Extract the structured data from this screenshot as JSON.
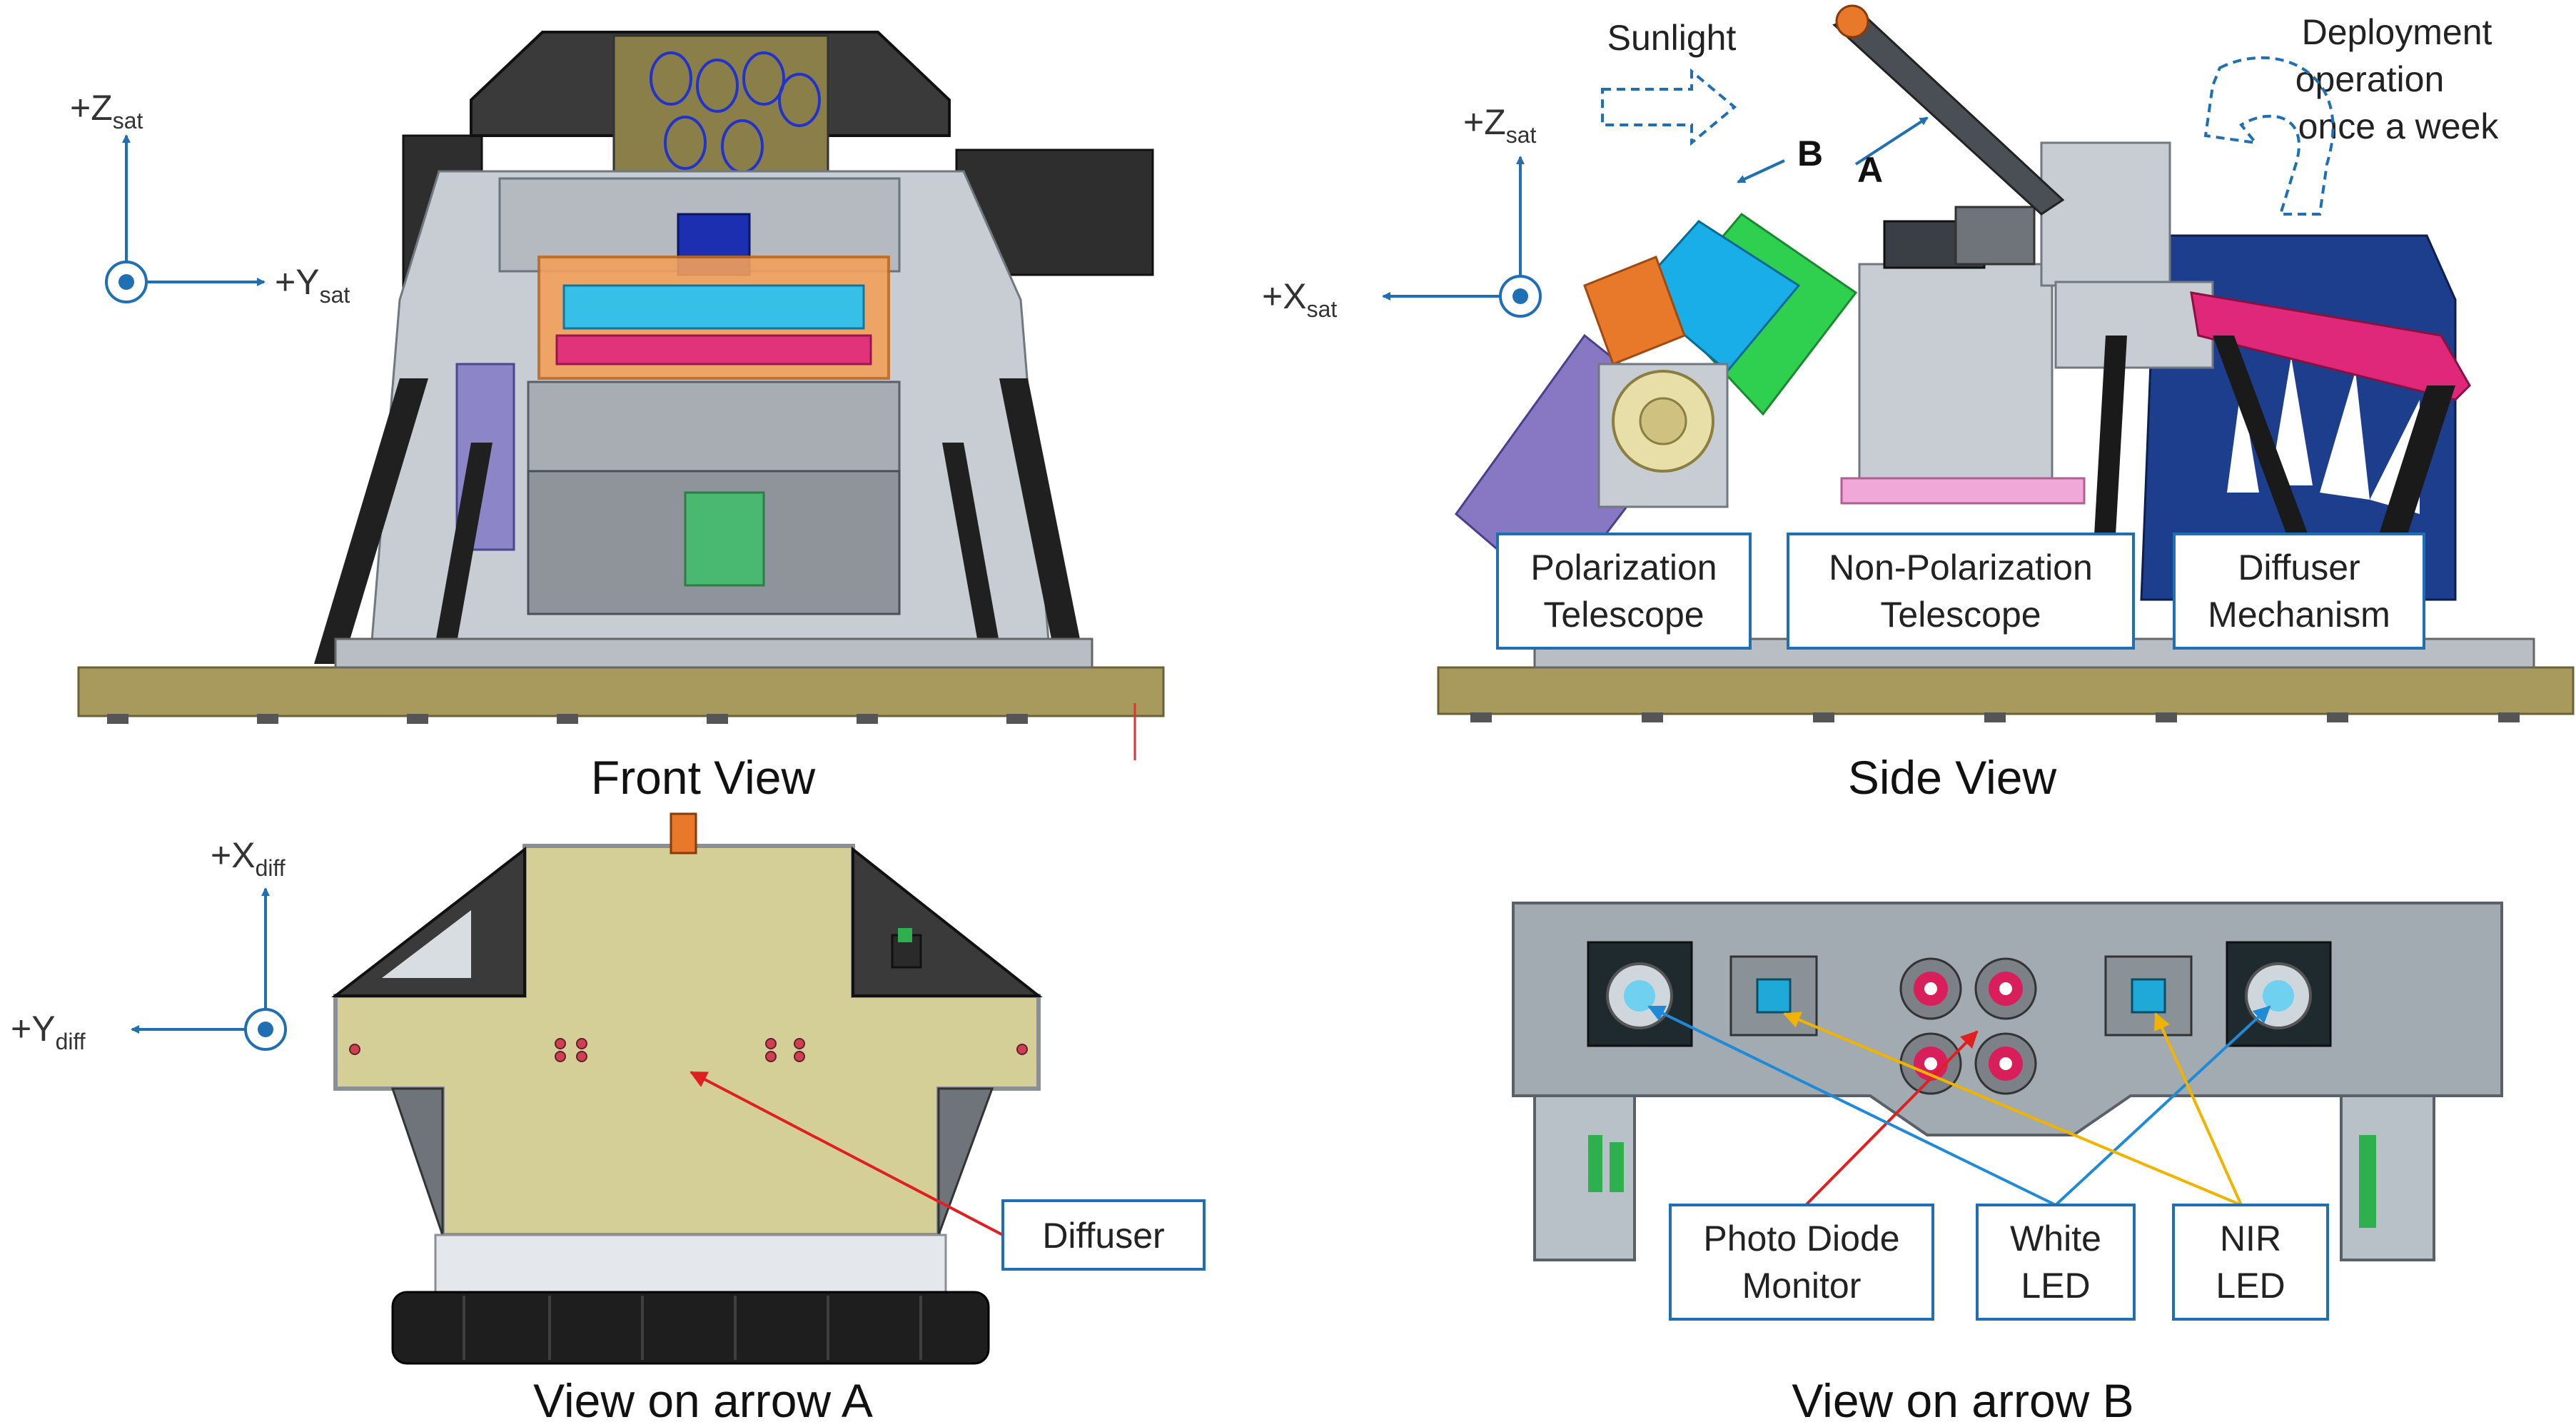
{
  "captions": {
    "front": "Front View",
    "side": "Side View",
    "arrow_a": "View on arrow A",
    "arrow_b": "View on arrow B"
  },
  "axes": {
    "front_z": {
      "main": "+Z",
      "sub": "sat"
    },
    "front_y": {
      "main": "+Y",
      "sub": "sat"
    },
    "side_z": {
      "main": "+Z",
      "sub": "sat"
    },
    "side_x": {
      "main": "+X",
      "sub": "sat"
    },
    "diff_x": {
      "main": "+X",
      "sub": "diff"
    },
    "diff_y": {
      "main": "+Y",
      "sub": "diff"
    }
  },
  "side_annotations": {
    "sunlight": "Sunlight",
    "deployment": [
      "Deployment",
      "operation",
      "once a week"
    ],
    "arrow_a": "A",
    "arrow_b": "B"
  },
  "side_labels": {
    "polarization": [
      "Polarization",
      "Telescope"
    ],
    "non_polarization": [
      "Non-Polarization",
      "Telescope"
    ],
    "diffuser_mechanism": [
      "Diffuser",
      "Mechanism"
    ]
  },
  "view_a_labels": {
    "diffuser": "Diffuser"
  },
  "view_b_labels": {
    "photo_diode": [
      "Photo Diode",
      "Monitor"
    ],
    "white_led": [
      "White",
      "LED"
    ],
    "nir_led": [
      "NIR",
      "LED"
    ]
  },
  "colors": {
    "label_border": "#1f6fb5",
    "leader_red": "#e02020",
    "leader_blue": "#1f8ad6",
    "leader_yellow": "#f0b400",
    "diffuser_panel": "#d4cf96",
    "base_plate": "#a89a5c"
  }
}
